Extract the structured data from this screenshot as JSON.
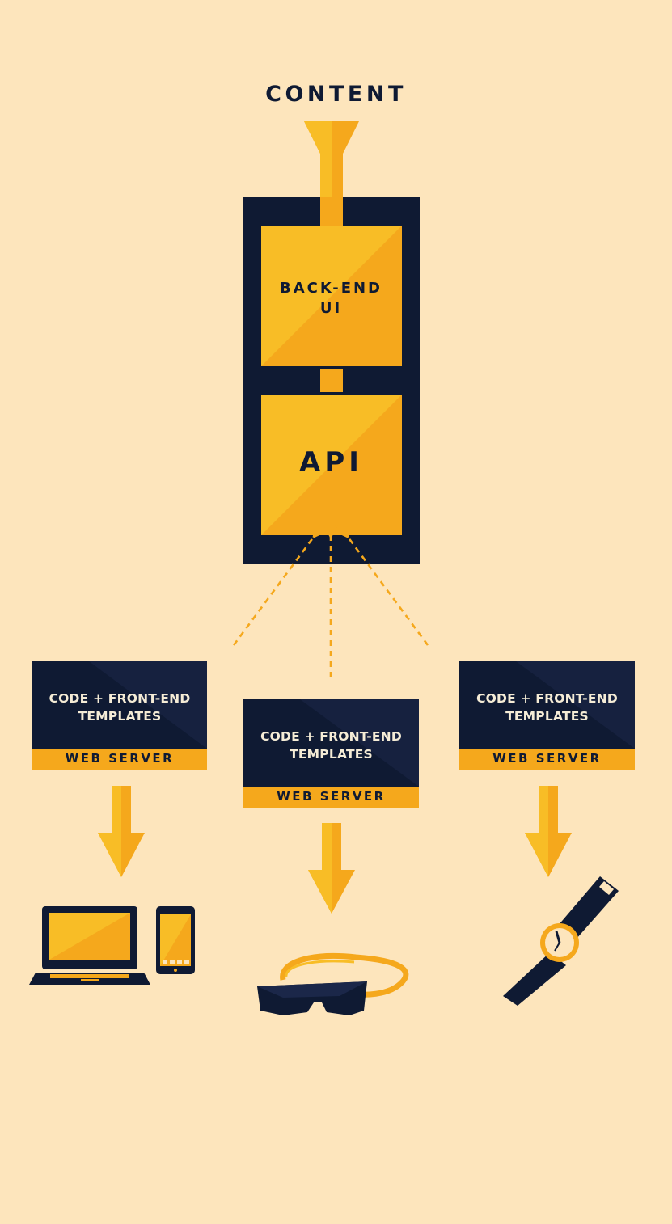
{
  "labels": {
    "content": "CONTENT",
    "backend_line1": "BACK-END",
    "backend_line2": "UI",
    "api": "API"
  },
  "servers": [
    {
      "code_line1": "CODE + FRONT-END",
      "code_line2": "TEMPLATES",
      "server_label": "WEB SERVER"
    },
    {
      "code_line1": "CODE + FRONT-END",
      "code_line2": "TEMPLATES",
      "server_label": "WEB SERVER"
    },
    {
      "code_line1": "CODE + FRONT-END",
      "code_line2": "TEMPLATES",
      "server_label": "WEB SERVER"
    }
  ],
  "devices": {
    "left": [
      "laptop-icon",
      "phone-icon"
    ],
    "center": "vr-headset-icon",
    "right": "smartwatch-icon"
  },
  "colors": {
    "background": "#fde5bc",
    "navy": "#0f1a33",
    "orange": "#f5a81c",
    "orange_light": "#f8bd26",
    "cream_text": "#f5ecd6"
  }
}
